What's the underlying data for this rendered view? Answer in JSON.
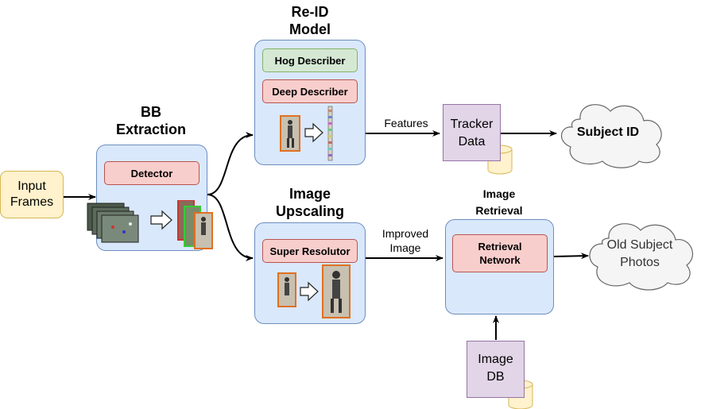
{
  "input": {
    "label": "Input\nFrames"
  },
  "bb_extraction": {
    "title": "BB\nExtraction",
    "detector": "Detector"
  },
  "reid": {
    "title": "Re-ID\nModel",
    "hog": "Hog Describer",
    "deep": "Deep Describer"
  },
  "upscaling": {
    "title": "Image\nUpscaling",
    "super": "Super Resolutor"
  },
  "tracker": {
    "label": "Tracker\nData"
  },
  "subject_id": {
    "label": "Subject ID"
  },
  "retrieval": {
    "title": "Image\nRetrieval",
    "network": "Retrieval\nNetwork"
  },
  "image_db": {
    "label": "Image\nDB"
  },
  "old_photos": {
    "label": "Old Subject\nPhotos"
  },
  "edges": {
    "features": "Features",
    "improved": "Improved\nImage"
  },
  "colors": {
    "block_fill": "#dae8fc",
    "block_stroke": "#6c8ebf",
    "pink_fill": "#f8cecc",
    "green_fill": "#d5e8d4",
    "purple_fill": "#e1d5e7",
    "input_fill": "#fff2cc",
    "cloud_fill": "#f5f5f5"
  }
}
